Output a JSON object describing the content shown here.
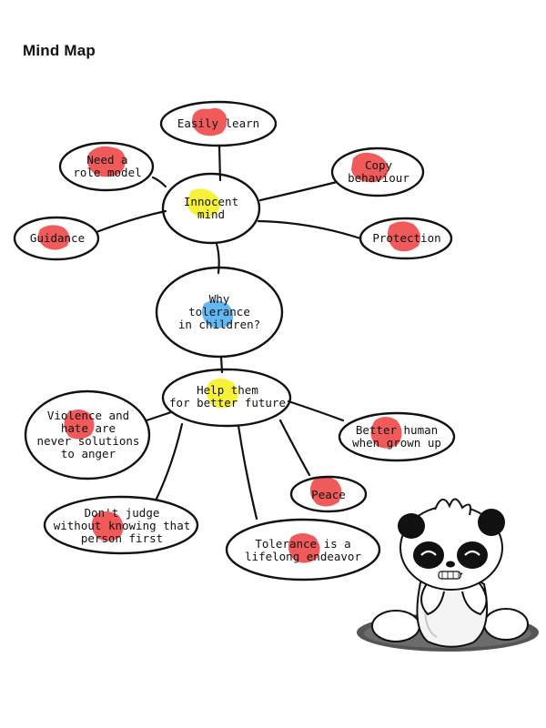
{
  "title": "Mind Map",
  "colors": {
    "outline": "#111111",
    "highlight_red": "#f05a5a",
    "highlight_yellow": "#f7f238",
    "highlight_blue": "#63b7f2",
    "shadow": "#555555"
  },
  "nodes": {
    "easily_learn": "Easily learn",
    "need_role_model": "Need a\nrole model",
    "copy_behaviour": "Copy\nbehaviour",
    "innocent_mind": "Innocent\nmind",
    "guidance": "Guidance",
    "protection": "Protection",
    "why_tolerance": "Why\ntolerance\nin children?",
    "help_them": "Help them\nfor better future",
    "violence": "Violence and\nhate are\nnever solutions\nto anger",
    "better_human": "Better human\nwhen grown up",
    "peace": "Peace",
    "dont_judge": "Don't judge\nwithout knowing that\nperson first",
    "tolerance_lifelong": "Tolerance is a\nlifelong endeavor"
  },
  "illustration": "panda-mascot"
}
